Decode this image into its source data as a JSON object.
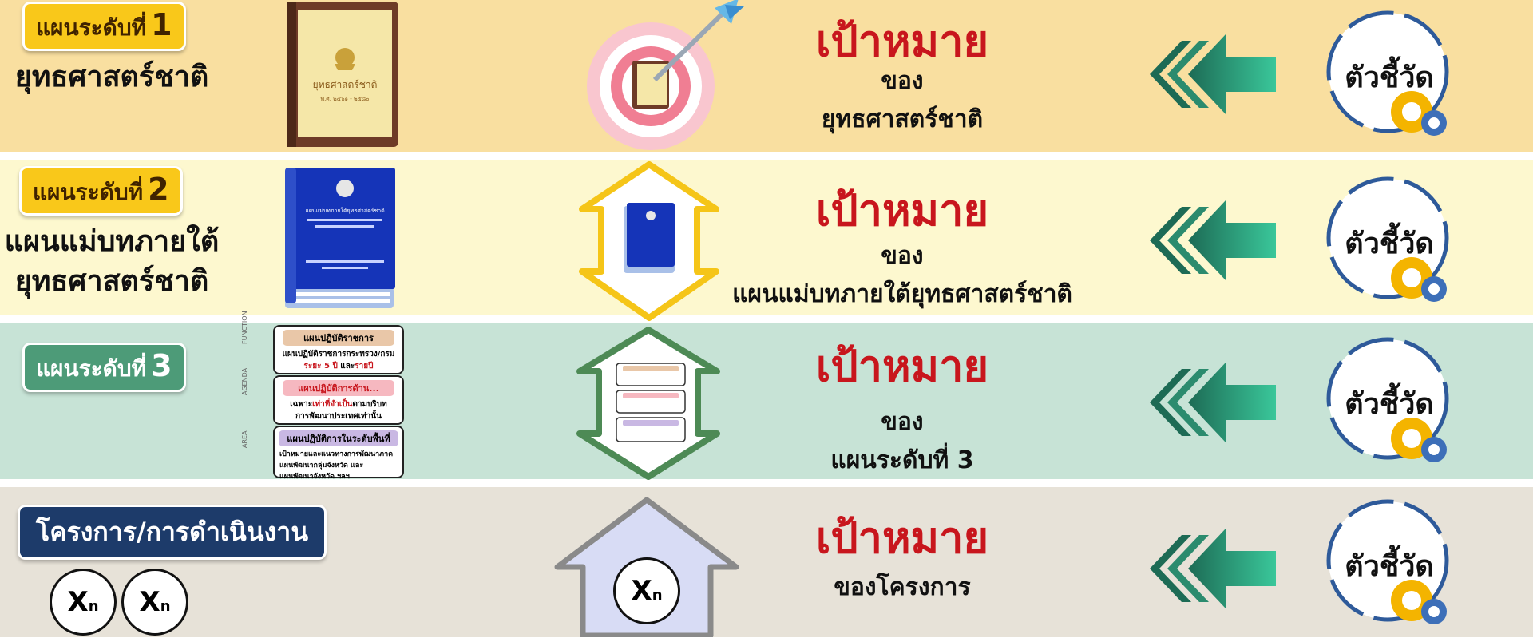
{
  "rows": [
    {
      "tag_prefix": "แผนระดับที่",
      "tag_number": "1",
      "name_lines": [
        "ยุทธศาสตร์ชาติ"
      ],
      "book_title": "ยุทธศาสตร์ชาติ",
      "book_sub": "พ.ศ. ๒๕๖๑ - ๒๕๘๐",
      "goal_title": "เป้าหมาย",
      "goal_lines": [
        "ของ",
        "ยุทธศาสตร์ชาติ"
      ],
      "kpi_label": "ตัวชี้วัด"
    },
    {
      "tag_prefix": "แผนระดับที่",
      "tag_number": "2",
      "name_lines": [
        "แผนแม่บทภายใต้",
        "ยุทธศาสตร์ชาติ"
      ],
      "book_title": "แผนแม่บทภายใต้ยุทธศาสตร์ชาติ",
      "goal_title": "เป้าหมาย",
      "goal_lines": [
        "ของ",
        "แผนแม่บทภายใต้ยุทธศาสตร์ชาติ"
      ],
      "kpi_label": "ตัวชี้วัด"
    },
    {
      "tag_prefix": "แผนระดับที่",
      "tag_number": "3",
      "goal_title": "เป้าหมาย",
      "goal_lines": [
        "ของ",
        "แผนระดับที่ 3"
      ],
      "kpi_label": "ตัวชี้วัด"
    },
    {
      "tag_label": "โครงการ/การดำเนินงาน",
      "goal_title": "เป้าหมาย",
      "goal_lines": [
        "ของโครงการ"
      ],
      "kpi_label": "ตัวชี้วัด",
      "project_symbol": "X",
      "project_sub": "n"
    }
  ],
  "level3_cards": [
    {
      "side": "FUNCTION",
      "header": "แผนปฏิบัติราชการ",
      "line1": "แผนปฏิบัติราชการกระทรวง/กรม",
      "line2_red": "ระยะ 5 ปี",
      "line2_mid": " และ",
      "line2_red2": "รายปี",
      "header_color": "#e9c7a8"
    },
    {
      "side": "AGENDA",
      "header": "แผนปฏิบัติการด้าน...",
      "line1_pre": "เฉพาะ",
      "line1_red": "เท่าที่จำเป็น",
      "line1_post": "ตามบริบท",
      "line2": "การพัฒนาประเทศเท่านั้น",
      "header_color": "#f6b8c0"
    },
    {
      "side": "AREA",
      "header": "แผนปฏิบัติการในระดับพื้นที่",
      "line1": "เป้าหมายและแนวทางการพัฒนาภาค",
      "line2": "แผนพัฒนากลุ่มจังหวัด และ",
      "line3": "แผนพัฒนาจังหวัด ฯลฯ",
      "header_color": "#c9b8e3"
    }
  ],
  "colors": {
    "goal_red": "#c8161d",
    "arrow_green_dark": "#1d6b55",
    "arrow_green_light": "#36c08f",
    "kpi_ring": "#2e5a9a",
    "gear": "#f4b400"
  }
}
